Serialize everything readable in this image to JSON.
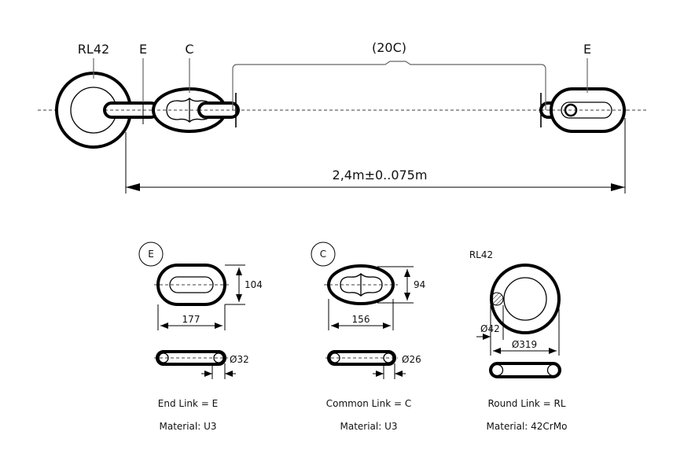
{
  "top": {
    "label_rl": "RL42",
    "label_e_left": "E",
    "label_c": "C",
    "label_count": "(20C)",
    "label_e_right": "E",
    "length": "2,4m±0..075m"
  },
  "details": {
    "end_link": {
      "badge": "E",
      "height": "104",
      "width": "177",
      "dia": "Ø32",
      "name": "End Link = E",
      "material": "Material: U3"
    },
    "common_link": {
      "badge": "C",
      "height": "94",
      "width": "156",
      "dia": "Ø26",
      "name": "Common Link = C",
      "material": "Material: U3"
    },
    "round_link": {
      "badge": "RL42",
      "dia_small": "Ø42",
      "dia_large": "Ø319",
      "name": "Round Link = RL",
      "material": "Material: 42CrMo"
    }
  }
}
